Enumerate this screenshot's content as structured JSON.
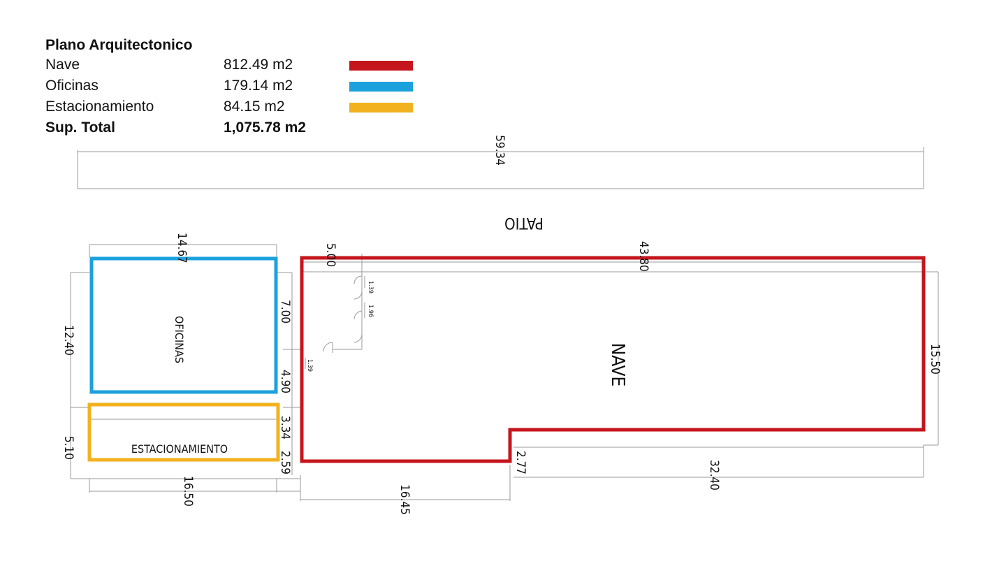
{
  "legend": {
    "title": "Plano Arquitectonico",
    "rows": [
      {
        "name": "Nave",
        "value": "812.49 m2",
        "color": "#c4161c"
      },
      {
        "name": "Oficinas",
        "value": "179.14 m2",
        "color": "#1ba1dc"
      },
      {
        "name": "Estacionamiento",
        "value": "84.15 m2",
        "color": "#f2b21f"
      }
    ],
    "total": {
      "name": "Sup. Total",
      "value": "1,075.78 m2"
    }
  },
  "plan": {
    "patio_label": "PATIO",
    "nave_label": "NAVE",
    "oficinas_label": "OFICINAS",
    "estacionamiento_label": "ESTACIONAMIENTO",
    "dims": {
      "overall_width": "59.34",
      "oficinas_width": "14.67",
      "oficinas_depth": "12.40",
      "nave_top_width": "43.80",
      "nave_left_offset": "5.00",
      "nave_depth": "15.50",
      "offset_upper": "7.00",
      "offset_mid": "4.90",
      "offset_low": "3.34",
      "offset_bottom": "2.59",
      "estacionamiento_depth": "5.10",
      "estacionamiento_width": "16.50",
      "nave_bottom_width": "16.45",
      "nave_step": "2.77",
      "nave_right_width": "32.40",
      "door_a": "1.39",
      "door_b": "1.96",
      "door_c": "1.39"
    }
  }
}
